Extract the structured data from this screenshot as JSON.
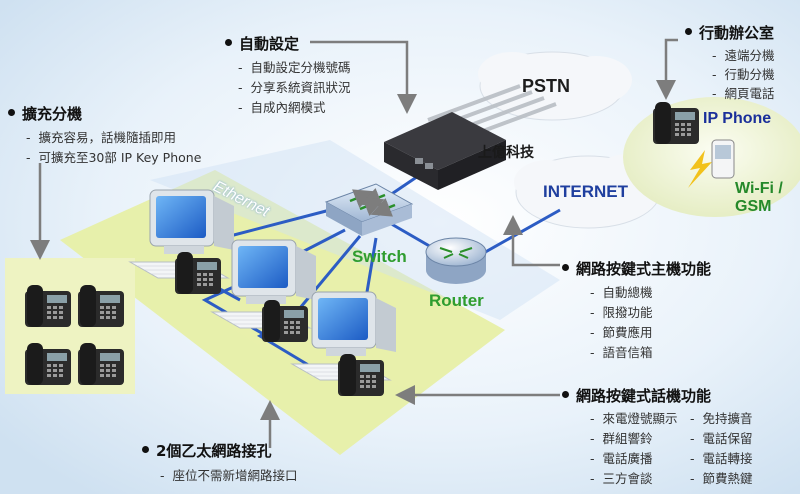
{
  "auto_setup": {
    "title": "自動設定",
    "items": [
      "自動設定分機號碼",
      "分享系統資訊狀況",
      "自成內網模式"
    ]
  },
  "mobile_office": {
    "title": "行動辦公室",
    "items": [
      "遠端分機",
      "行動分機",
      "網頁電話"
    ]
  },
  "expansion": {
    "title": "擴充分機",
    "items": [
      "擴充容易，話機隨插即用",
      "可擴充至30部 IP Key Phone"
    ]
  },
  "host_features": {
    "title": "網路按鍵式主機功能",
    "items": [
      "自動總機",
      "限撥功能",
      "節費應用",
      "語音信箱"
    ]
  },
  "phone_features": {
    "title": "網路按鍵式話機功能",
    "col1": [
      "來電燈號顯示",
      "群組響鈴",
      "電話廣播",
      "三方會談"
    ],
    "col2": [
      "免持擴音",
      "電話保留",
      "電話轉接",
      "節費熱鍵"
    ]
  },
  "ethernet_ports": {
    "title": "2個乙太網路接孔",
    "items": [
      "座位不需新增網路接口"
    ]
  },
  "labels": {
    "pstn": "PSTN",
    "internet": "INTERNET",
    "company": "上億科技",
    "switch": "Switch",
    "router": "Router",
    "ethernet": "Ethernet",
    "ip_phone": "IP Phone",
    "wifi": "Wi-Fi /",
    "gsm": "GSM"
  },
  "colors": {
    "cable": "#2c5cc4",
    "green_zone": "#e7efa6",
    "cloud": "#f4f7fb",
    "bubble": "#eef3d2",
    "arrow": "#7d7d7d"
  }
}
